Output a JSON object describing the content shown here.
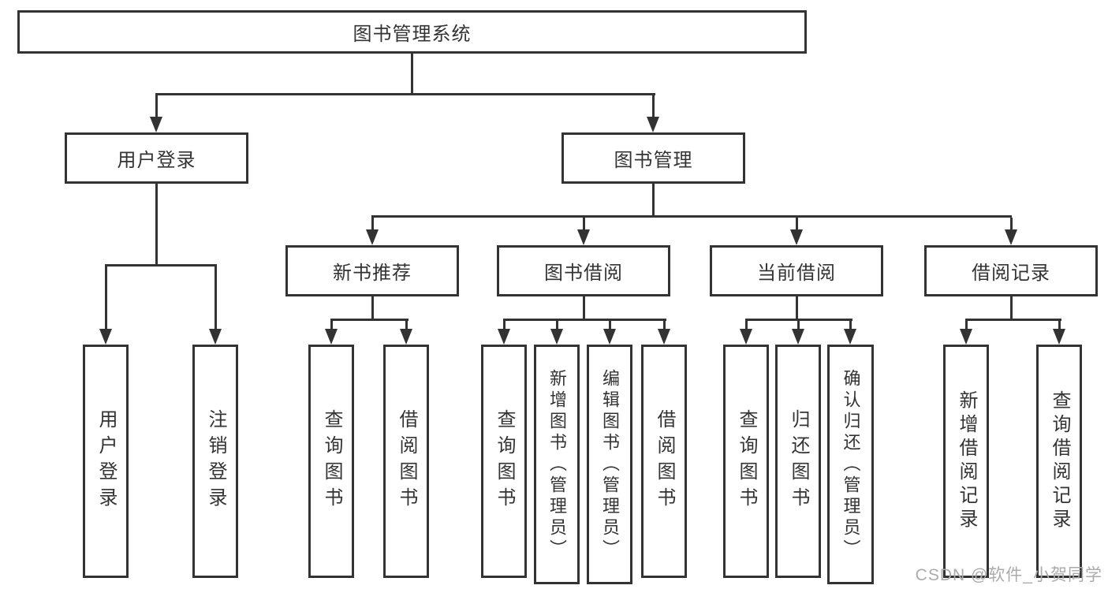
{
  "colors": {
    "line": "#333333",
    "text": "#333333",
    "background": "#ffffff",
    "watermark": "#ababab"
  },
  "tree": {
    "label": "图书管理系统",
    "children": [
      {
        "label": "用户登录",
        "children": [
          {
            "label": "用户登录"
          },
          {
            "label": "注销登录"
          }
        ]
      },
      {
        "label": "图书管理",
        "children": [
          {
            "label": "新书推荐",
            "children": [
              {
                "label": "查询图书"
              },
              {
                "label": "借阅图书"
              }
            ]
          },
          {
            "label": "图书借阅",
            "children": [
              {
                "label": "查询图书"
              },
              {
                "label": "新增图书（管理员）"
              },
              {
                "label": "编辑图书（管理员）"
              },
              {
                "label": "借阅图书"
              }
            ]
          },
          {
            "label": "当前借阅",
            "children": [
              {
                "label": "查询图书"
              },
              {
                "label": "归还图书"
              },
              {
                "label": "确认归还（管理员）"
              }
            ]
          },
          {
            "label": "借阅记录",
            "children": [
              {
                "label": "新增借阅记录"
              },
              {
                "label": "查询借阅记录"
              }
            ]
          }
        ]
      }
    ]
  },
  "watermark": {
    "text": "CSDN @软件_小贺同学"
  }
}
